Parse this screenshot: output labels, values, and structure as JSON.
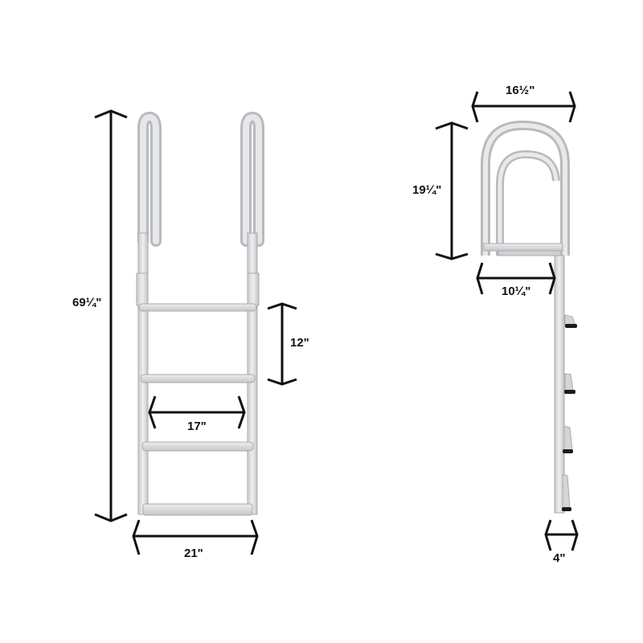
{
  "diagram": {
    "type": "product dimension drawing",
    "subject": "dock ladder",
    "colors": {
      "metal": "#d9dadc",
      "metal_edge": "#a9abae",
      "dimension_line": "#111111",
      "step_pad": "#1a1a1a",
      "background": "#ffffff"
    }
  },
  "front_view": {
    "steps": 4,
    "dimensions": {
      "overall_height": "69¼\"",
      "step_spacing": "12\"",
      "step_width": "17\"",
      "overall_width": "21\""
    }
  },
  "side_view": {
    "dimensions": {
      "handrail_depth": "16½\"",
      "handrail_height": "19¼\"",
      "top_platform_depth": "10¼\"",
      "ladder_depth": "4\""
    }
  }
}
